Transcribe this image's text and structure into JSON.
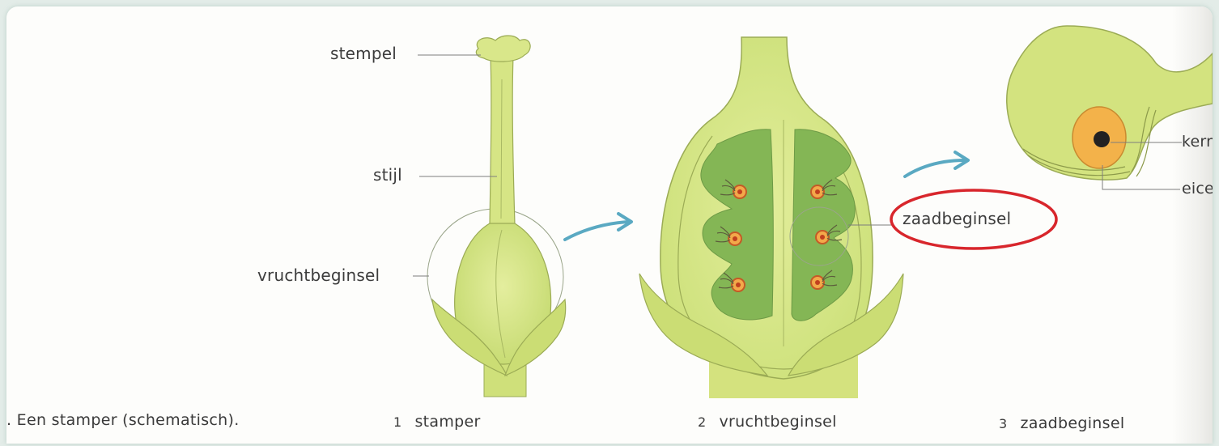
{
  "labels": {
    "stempel": "stempel",
    "stijl": "stijl",
    "vruchtbeginsel": "vruchtbeginsel",
    "zaadbeginsel": "zaadbeginsel",
    "kern": "kern",
    "eicel": "eicel"
  },
  "captions": {
    "figure": ". Een stamper (schematisch).",
    "panel1_number": "1",
    "panel1_title": "stamper",
    "panel2_number": "2",
    "panel2_title": "vruchtbeginsel",
    "panel3_number": "3",
    "panel3_title": "zaadbeginsel"
  },
  "colors": {
    "plant_light": "#d3e37f",
    "plant_mid": "#b9d16a",
    "chamber_green": "#82b552",
    "outline": "#8c9a4a",
    "arrow": "#5aa9c2",
    "highlight_circle": "#d8262c",
    "egg_orange": "#f3b24a",
    "nucleus": "#222222"
  }
}
